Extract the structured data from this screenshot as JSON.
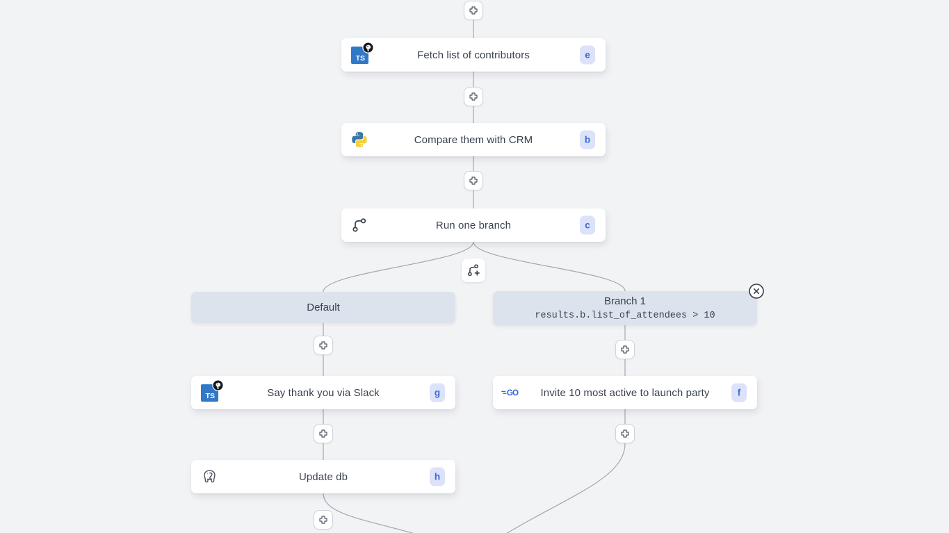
{
  "app": "flow-editor-canvas",
  "colors": {
    "canvas_bg": "#f2f3f5",
    "connector": "#a3a7af",
    "card_bg": "#ffffff",
    "branch_header_bg": "#dde3ed",
    "badge_bg": "#dbe2f9",
    "accent_blue": "#3b6bd8",
    "text_dark": "#394150",
    "typescript_blue": "#3178c6",
    "python_blue": "#3b77a8",
    "python_yellow": "#f7cf3e",
    "go_blue": "#3566d6"
  },
  "icons": {
    "plus-icon": "+",
    "close-icon": "×",
    "git-branch-icon": "branch glyph",
    "git-branch-plus-icon": "branch glyph with plus",
    "typescript-deno-icon": "TS square with Deno circle badge",
    "python-icon": "python two-snakes logo",
    "go-icon": "GO wordmark with speed lines",
    "postgresql-icon": "elephant outline"
  },
  "nodes": [
    {
      "label": "Fetch list of contributors",
      "badge": "e",
      "language": "typescript-deno"
    },
    {
      "label": "Compare them with CRM",
      "badge": "b",
      "language": "python"
    },
    {
      "label": "Run one branch",
      "badge": "c",
      "language": "branch-step"
    },
    {
      "label": "Say thank you via Slack",
      "badge": "g",
      "language": "typescript-deno"
    },
    {
      "label": "Invite 10 most active to launch party",
      "badge": "f",
      "language": "go"
    },
    {
      "label": "Update db",
      "badge": "h",
      "language": "postgresql"
    }
  ],
  "branches": {
    "default_label": "Default",
    "branch1_title": "Branch 1",
    "branch1_condition": "results.b.list_of_attendees > 10"
  }
}
